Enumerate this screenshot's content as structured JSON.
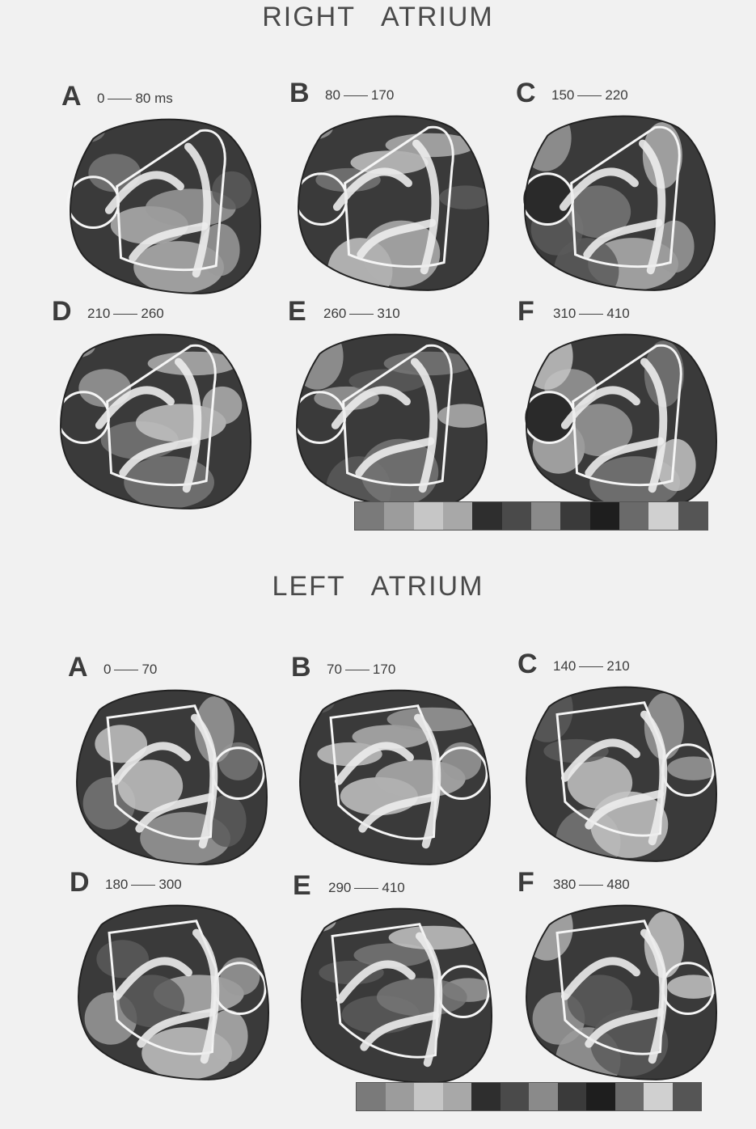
{
  "right_atrium": {
    "title": "RIGHT ATRIUM",
    "panels": [
      {
        "letter": "A",
        "start": "0",
        "end": "80 ms"
      },
      {
        "letter": "B",
        "start": "80",
        "end": "170"
      },
      {
        "letter": "C",
        "start": "150",
        "end": "220"
      },
      {
        "letter": "D",
        "start": "210",
        "end": "260"
      },
      {
        "letter": "E",
        "start": "260",
        "end": "310"
      },
      {
        "letter": "F",
        "start": "310",
        "end": "410"
      }
    ]
  },
  "left_atrium": {
    "title": "LEFT ATRIUM",
    "panels": [
      {
        "letter": "A",
        "start": "0",
        "end": "70"
      },
      {
        "letter": "B",
        "start": "70",
        "end": "170"
      },
      {
        "letter": "C",
        "start": "140",
        "end": "210"
      },
      {
        "letter": "D",
        "start": "180",
        "end": "300"
      },
      {
        "letter": "E",
        "start": "290",
        "end": "410"
      },
      {
        "letter": "F",
        "start": "380",
        "end": "480"
      }
    ]
  },
  "scale_colors": [
    "#7a7a7a",
    "#9c9c9c",
    "#c6c6c6",
    "#a8a8a8",
    "#2e2e2e",
    "#4a4a4a",
    "#8a8a8a",
    "#3a3a3a",
    "#1e1e1e",
    "#6a6a6a",
    "#d0d0d0",
    "#555555"
  ]
}
